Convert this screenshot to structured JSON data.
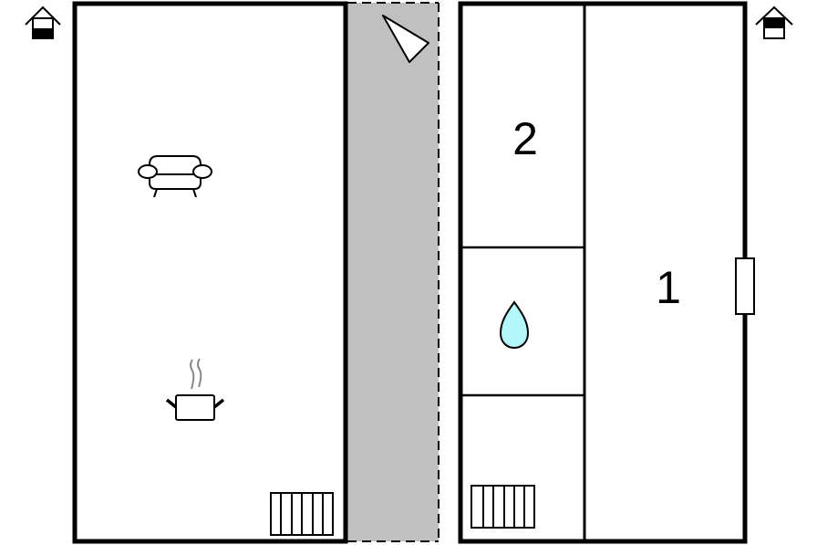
{
  "floor_plan": {
    "rooms": [
      {
        "id": "living-kitchen",
        "label": "",
        "contains": [
          "sofa-icon",
          "cooking-pot-icon",
          "radiator-icon"
        ]
      },
      {
        "id": "corridor",
        "label": "",
        "fill": "#c0c0c0",
        "contains": [
          "entrance-arrow-icon"
        ]
      },
      {
        "id": "room-2",
        "label": "2"
      },
      {
        "id": "bathroom",
        "label": "",
        "contains": [
          "water-drop-icon"
        ]
      },
      {
        "id": "utility",
        "label": "",
        "contains": [
          "radiator-icon"
        ]
      },
      {
        "id": "room-1",
        "label": "1",
        "contains": [
          "window"
        ]
      }
    ],
    "labels": {
      "room_1": "1",
      "room_2": "2"
    },
    "icons": {
      "left_floor_indicator": "house-floor-ground-icon",
      "right_floor_indicator": "house-floor-upper-icon",
      "entrance": "entrance-arrow-icon",
      "sofa": "sofa-icon",
      "cooking": "cooking-pot-icon",
      "water": "water-drop-icon",
      "radiator": "radiator-icon"
    },
    "colors": {
      "wall": "#000000",
      "corridor_fill": "#c0c0c0",
      "water_fill": "#b3f7fb",
      "steam": "#888888"
    }
  }
}
